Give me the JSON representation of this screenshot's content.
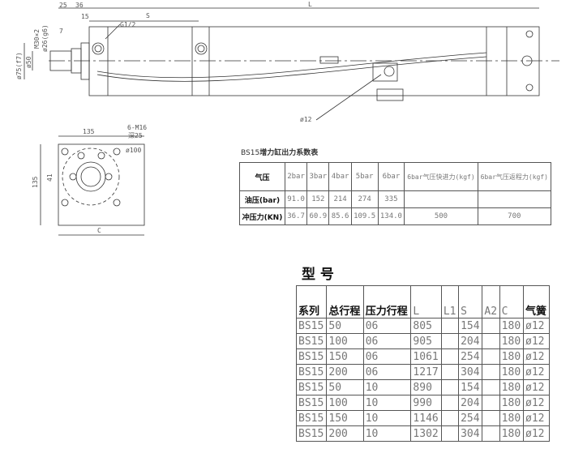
{
  "drawing": {
    "dims": {
      "l": "L",
      "s": "S",
      "d25": "25",
      "d36": "36",
      "d15": "15",
      "d7": "7",
      "g12": "G1/2",
      "m30": "M30×2",
      "d26": "ø26(g6)",
      "d75": "ø75(f7)",
      "d50": "ø50",
      "d12": "ø12",
      "w135": "135",
      "h135": "135",
      "d41": "41",
      "m16": "6-M16",
      "deep": "深25",
      "d100": "ø100",
      "c": "C"
    }
  },
  "force_table": {
    "title_code": "BS15",
    "title": "增力缸出力系数表",
    "header": [
      "气压",
      "2bar",
      "3bar",
      "4bar",
      "5bar",
      "6bar",
      "6bar气压快进力(kgf)",
      "6bar气压返程力(kgf)"
    ],
    "row_oil": {
      "label": "油压(bar)",
      "values": [
        "91.0",
        "152",
        "214",
        "274",
        "335",
        "",
        ""
      ]
    },
    "row_force": {
      "label": "冲压力(KN)",
      "values": [
        "36.7",
        "60.9",
        "85.6",
        "109.5",
        "134.0",
        "500",
        "700"
      ]
    }
  },
  "model_table": {
    "title": "型 号",
    "header": [
      "系列",
      "总行程",
      "压力行程",
      "L",
      "L1",
      "S",
      "A2",
      "C",
      "气簧"
    ],
    "rows": [
      [
        "BS15",
        "50",
        "06",
        "805",
        "",
        "154",
        "",
        "180",
        "ø12"
      ],
      [
        "BS15",
        "100",
        "06",
        "905",
        "",
        "204",
        "",
        "180",
        "ø12"
      ],
      [
        "BS15",
        "150",
        "06",
        "1061",
        "",
        "254",
        "",
        "180",
        "ø12"
      ],
      [
        "BS15",
        "200",
        "06",
        "1217",
        "",
        "304",
        "",
        "180",
        "ø12"
      ],
      [
        "BS15",
        "50",
        "10",
        "890",
        "",
        "154",
        "",
        "180",
        "ø12"
      ],
      [
        "BS15",
        "100",
        "10",
        "990",
        "",
        "204",
        "",
        "180",
        "ø12"
      ],
      [
        "BS15",
        "150",
        "10",
        "1146",
        "",
        "254",
        "",
        "180",
        "ø12"
      ],
      [
        "BS15",
        "200",
        "10",
        "1302",
        "",
        "304",
        "",
        "180",
        "ø12"
      ]
    ]
  }
}
